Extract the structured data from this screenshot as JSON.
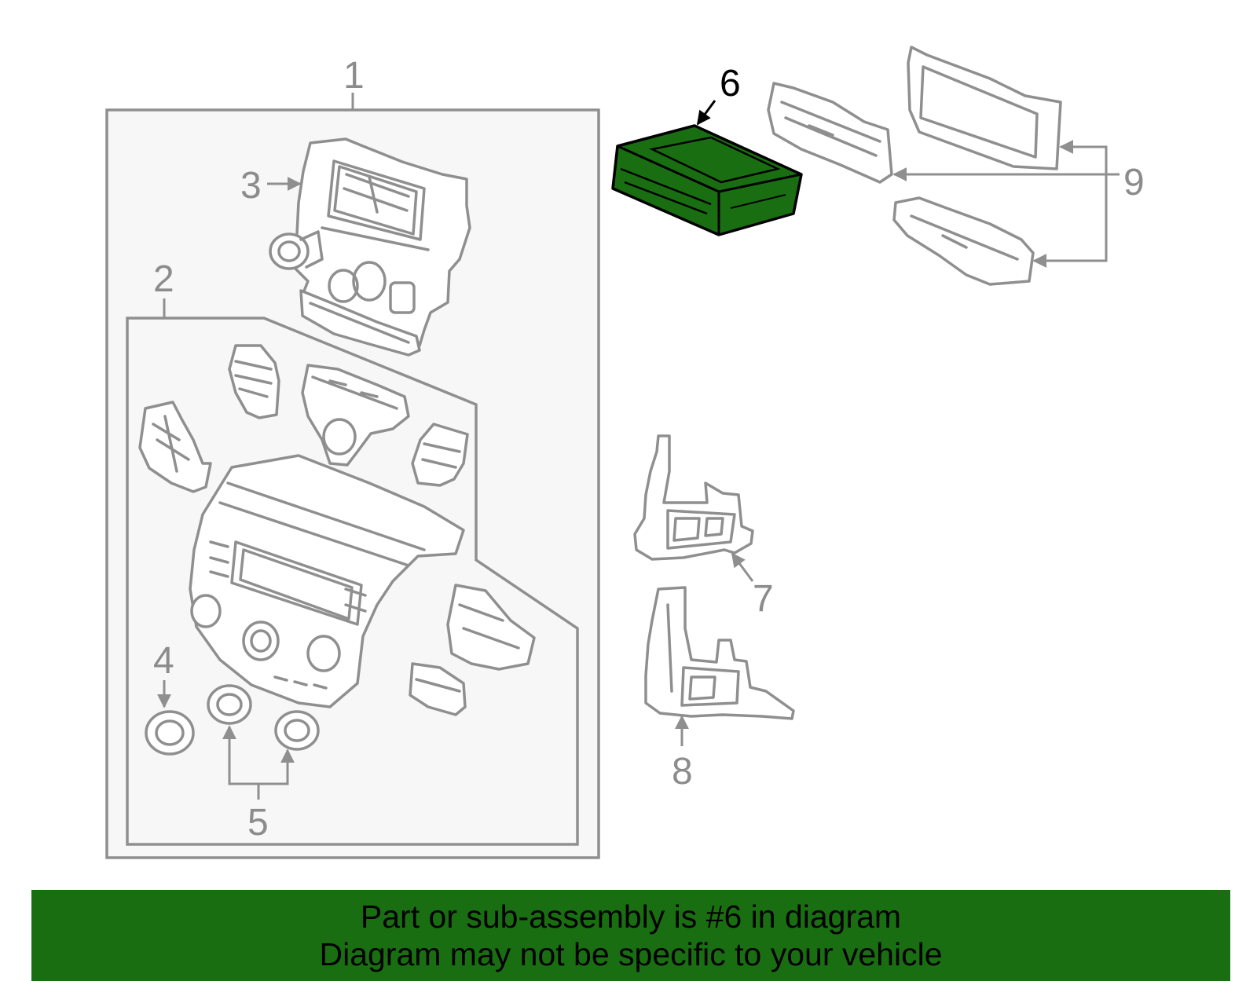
{
  "callouts": {
    "c1": "1",
    "c2": "2",
    "c3": "3",
    "c4": "4",
    "c5": "5",
    "c6": "6",
    "c7": "7",
    "c8": "8",
    "c9": "9"
  },
  "highlight": {
    "part_number": "6",
    "color": "#1a6e12"
  },
  "banner": {
    "line1": "Part or sub-assembly is #6 in diagram",
    "line2": "Diagram may not be specific to your vehicle",
    "background": "#1a6e12"
  }
}
